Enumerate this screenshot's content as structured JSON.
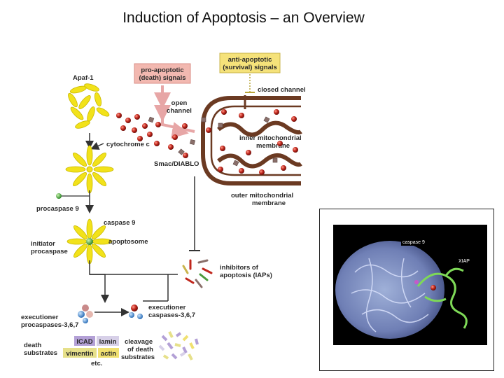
{
  "title": "Induction of Apoptosis – an Overview",
  "labels": {
    "apaf1": "Apaf-1",
    "pro_apoptotic": [
      "pro-apoptotic",
      "(death) signals"
    ],
    "anti_apoptotic": [
      "anti-apoptotic",
      "(survival) signals"
    ],
    "closed_channel": "closed channel",
    "open_channel": [
      "open",
      "channel"
    ],
    "cytochrome_c": "cytochrome c",
    "inner_membrane": [
      "inner mitochondrial",
      "membrane"
    ],
    "smac_diablo": "Smac/DIABLO",
    "outer_membrane": [
      "outer mitochondrial",
      "membrane"
    ],
    "procaspase9": "procaspase 9",
    "caspase9": "caspase 9",
    "initiator_procaspase": [
      "initiator",
      "procaspase"
    ],
    "apoptosome": "apoptosome",
    "iaps": [
      "inhibitors of",
      "apoptosis (IAPs)"
    ],
    "executioner_procaspases": [
      "executioner",
      "procaspases-3,6,7"
    ],
    "executioner_caspases": [
      "executioner",
      "caspases-3,6,7"
    ],
    "death_substrates": [
      "death",
      "substrates"
    ],
    "cleavage": [
      "cleavage",
      "of death",
      "substrates"
    ],
    "icad": "ICAD",
    "lamin": "lamin",
    "vimentin": "vimentin",
    "actin": "actin",
    "etc": "etc."
  },
  "inset": {
    "caspase9_tag": "caspase 9",
    "xiap_tag": "XIAP"
  },
  "colors": {
    "membrane": "#6b3a22",
    "pink_arrow": "#e7a6a6",
    "pink_box": "#f2b8b0",
    "anti_box": "#f5e27a",
    "apaf_yellow": "#f2e21a",
    "cyt_red": "#c0261c",
    "smac_gray": "#8a6f6a",
    "icad_box": "#b3a0d6",
    "lamin_box": "#d7d0e8",
    "vimentin_box": "#e6e08a",
    "actin_box": "#f0e070"
  }
}
